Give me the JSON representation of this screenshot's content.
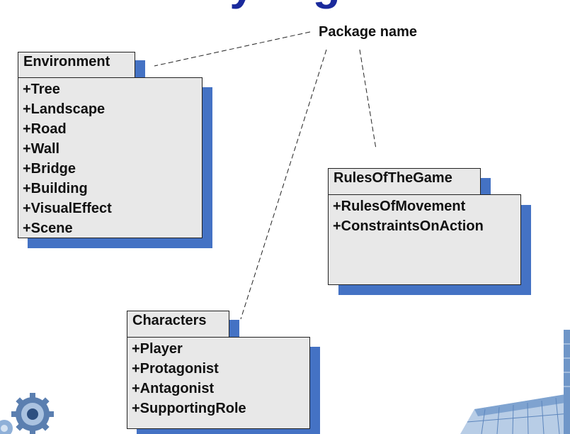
{
  "slide": {
    "title": "y D   g"
  },
  "callout": {
    "label": "Package name"
  },
  "packages": {
    "environment": {
      "name": "Environment",
      "members": [
        "+Tree",
        "+Landscape",
        "+Road",
        "+Wall",
        "+Bridge",
        "+Building",
        "+VisualEffect",
        "+Scene"
      ]
    },
    "rules": {
      "name": "RulesOfTheGame",
      "members": [
        "+RulesOfMovement",
        "+ConstraintsOnAction"
      ]
    },
    "characters": {
      "name": "Characters",
      "members": [
        "+Player",
        "+Protagonist",
        "+Antagonist",
        "+SupportingRole"
      ]
    }
  },
  "colors": {
    "title": "#1a2a9c",
    "shadow": "#4472c4",
    "package_fill": "#e8e8e8"
  },
  "decorations": [
    "gear-icon",
    "building-image"
  ]
}
